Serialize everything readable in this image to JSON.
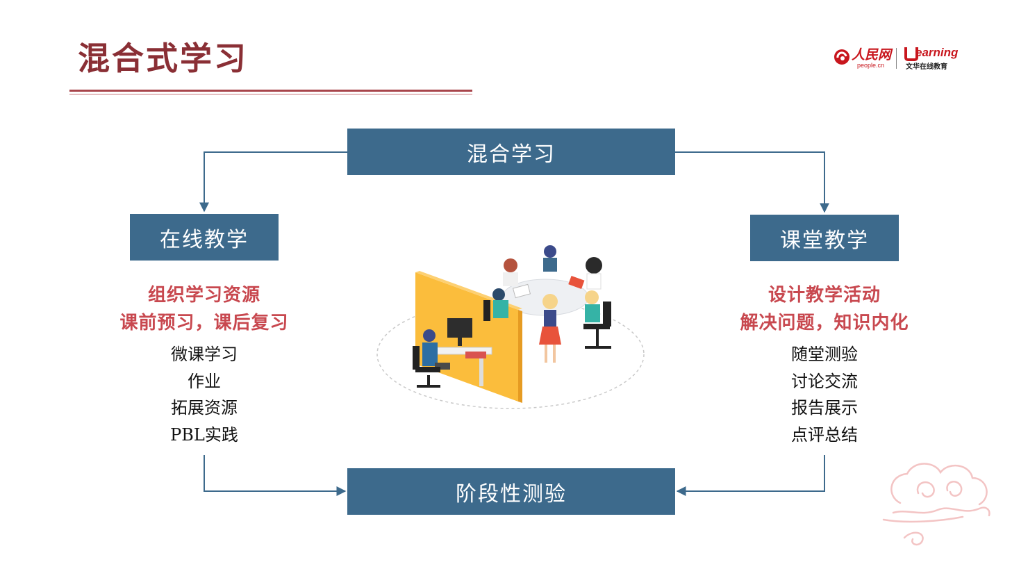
{
  "title": "混合式学习",
  "logos": {
    "people_cn": "人民网",
    "people_en": "people.cn",
    "elearning_brand": "earning",
    "elearning_sub": "文华在线教育"
  },
  "diagram": {
    "top_box": "混合学习",
    "left_box": "在线教学",
    "right_box": "课堂教学",
    "bottom_box": "阶段性测验",
    "left_panel": {
      "headlines": [
        "组织学习资源",
        "课前预习，课后复习"
      ],
      "items": [
        "微课学习",
        "作业",
        "拓展资源",
        "PBL实践"
      ]
    },
    "right_panel": {
      "headlines": [
        "设计教学活动",
        "解决问题，知识内化"
      ],
      "items": [
        "随堂测验",
        "讨论交流",
        "报告展示",
        "点评总结"
      ]
    }
  },
  "colors": {
    "title": "#8a2f35",
    "box_fill": "#3d6a8c",
    "headline_red": "#c8484f",
    "connector": "#3d6a8c",
    "logo_red": "#c8161d"
  },
  "icons": [
    "people-logo-icon",
    "elearning-logo-icon",
    "team-meeting-illustration",
    "auspicious-cloud-decoration"
  ]
}
